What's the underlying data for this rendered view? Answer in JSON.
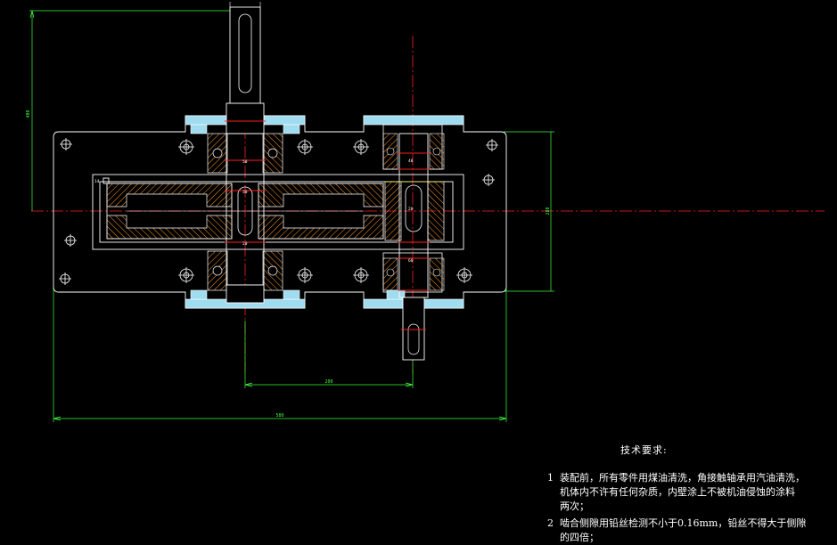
{
  "drawing": {
    "dimensions": {
      "shaft_height": "400",
      "center_distance": "200",
      "overall_width": "580",
      "right_height": "280",
      "small_left": "14"
    },
    "part_tags": {
      "tag_1": "50",
      "tag_2": "30",
      "tag_3": "20",
      "tag_4": "40",
      "tag_5": "20",
      "tag_6": "60"
    }
  },
  "technical_requirements": {
    "title": "技术要求:",
    "items": [
      {
        "num": "1",
        "lines": [
          "装配前，所有零件用煤油清洗，角接触轴承用汽油清洗，",
          "机体内不许有任何杂质，内壁涂上不被机油侵蚀的涂料",
          "两次；"
        ]
      },
      {
        "num": "2",
        "lines": [
          "啮合侧隙用铅丝检测不小于0.16mm，铅丝不得大于侧隙",
          "的四倍；"
        ]
      }
    ]
  },
  "colors": {
    "background": "#000000",
    "outline": "#ffffff",
    "centerline": "#ff2020",
    "dimension": "#3cff3c",
    "hatch": "#ff9a2a",
    "shaded": "#9fdcf0",
    "accent": "#f0f000"
  }
}
